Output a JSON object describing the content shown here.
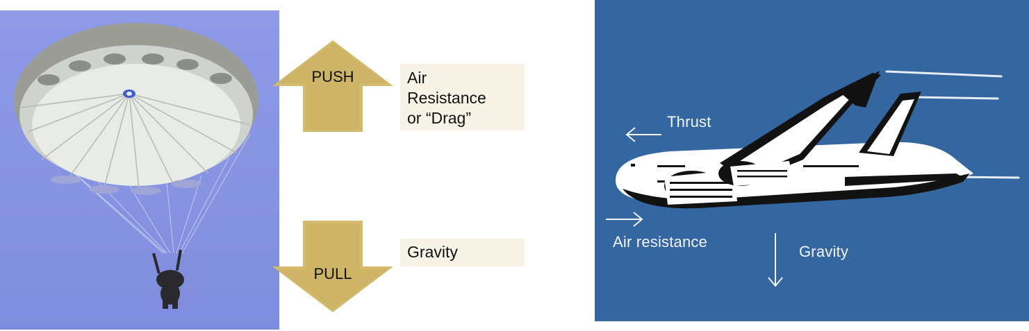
{
  "left_diagram": {
    "push_arrow": {
      "label": "PUSH"
    },
    "pull_arrow": {
      "label": "PULL"
    },
    "drag_caption": {
      "lines": [
        "Air",
        "Resistance",
        "or “Drag”"
      ]
    },
    "gravity_caption": {
      "text": "Gravity"
    }
  },
  "right_diagram": {
    "thrust_label": "Thrust",
    "air_resistance_label": "Air resistance",
    "gravity_label": "Gravity"
  },
  "colors": {
    "arrow_gold": "#d3bb6e",
    "caption_bg": "#f7f3e6",
    "sky_blue": "#8e9ae6",
    "plane_bg": "#3466a0"
  },
  "icons": [
    "parachute-icon",
    "airplane-icon",
    "arrow-up-icon",
    "arrow-down-icon",
    "arrow-left-icon",
    "arrow-right-icon"
  ]
}
